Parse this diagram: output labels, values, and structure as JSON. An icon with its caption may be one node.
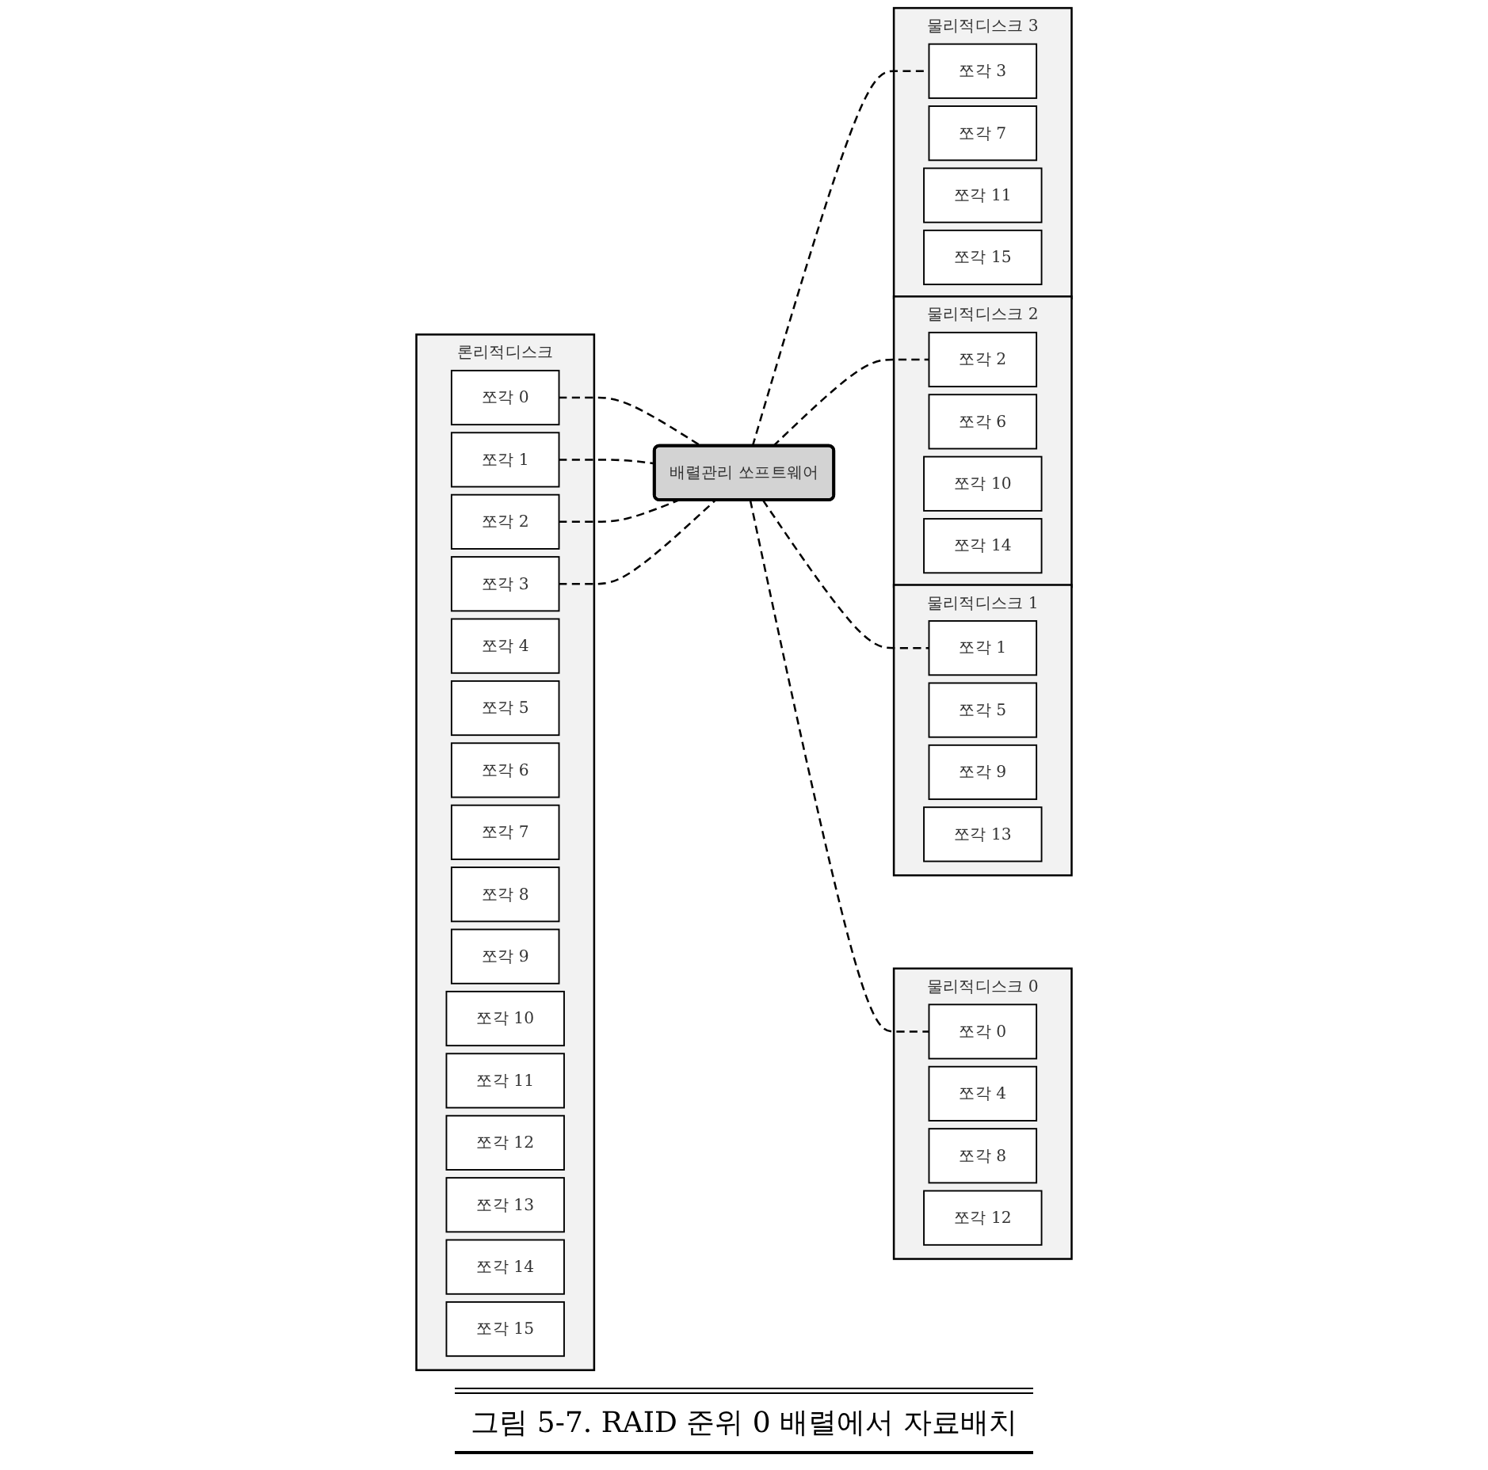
{
  "diagram": {
    "caption": "그림 5-7. RAID 준위 0 배렬에서 자료배치",
    "nodes": [
      {
        "text": [
          "론리적디스크"
        ]
      },
      {
        "text": [
          "쪼각 0"
        ],
        "in": 0
      },
      {
        "text": [
          "쪼각 1"
        ],
        "in": 0
      },
      {
        "text": [
          "쪼각 2"
        ],
        "in": 0
      },
      {
        "text": [
          "쪼각 3"
        ],
        "in": 0
      },
      {
        "text": [
          "쪼각 4"
        ],
        "in": 0
      },
      {
        "text": [
          "쪼각 5"
        ],
        "in": 0
      },
      {
        "text": [
          "쪼각 6"
        ],
        "in": 0
      },
      {
        "text": [
          "쪼각 7"
        ],
        "in": 0
      },
      {
        "text": [
          "쪼각 8"
        ],
        "in": 0
      },
      {
        "text": [
          "쪼각 9"
        ],
        "in": 0
      },
      {
        "text": [
          "쪼각 10"
        ],
        "in": 0
      },
      {
        "text": [
          "쪼각 11"
        ],
        "in": 0
      },
      {
        "text": [
          "쪼각 12"
        ],
        "in": 0
      },
      {
        "text": [
          "쪼각 13"
        ],
        "in": 0
      },
      {
        "text": [
          "쪼각 14"
        ],
        "in": 0
      },
      {
        "text": [
          "쪼각 15"
        ],
        "in": 0
      },
      {
        "text": [
          "물리적디스크 0"
        ]
      },
      {
        "text": [
          "쪼각 0"
        ],
        "in": 17
      },
      {
        "text": [
          "쪼각 4"
        ],
        "in": 17
      },
      {
        "text": [
          "쪼각 8"
        ],
        "in": 17
      },
      {
        "text": [
          "쪼각 12"
        ],
        "in": 17
      },
      {
        "text": [
          "물리적디스크 1"
        ]
      },
      {
        "text": [
          "쪼각 1"
        ],
        "in": 22
      },
      {
        "text": [
          "쪼각 5"
        ],
        "in": 22
      },
      {
        "text": [
          "쪼각 9"
        ],
        "in": 22
      },
      {
        "text": [
          "쪼각 13"
        ],
        "in": 22
      },
      {
        "text": [
          "물리적디스크 2"
        ]
      },
      {
        "text": [
          "쪼각 2"
        ],
        "in": 27
      },
      {
        "text": [
          "쪼각 6"
        ],
        "in": 27
      },
      {
        "text": [
          "쪼각 10"
        ],
        "in": 27
      },
      {
        "text": [
          "쪼각 14"
        ],
        "in": 27
      },
      {
        "text": [
          "물리적디스크 3"
        ]
      },
      {
        "text": [
          "쪼각 3"
        ],
        "in": 32
      },
      {
        "text": [
          "쪼각 7"
        ],
        "in": 32
      },
      {
        "text": [
          "쪼각 11"
        ],
        "in": 32
      },
      {
        "text": [
          "쪼각 15"
        ],
        "in": 32
      },
      {
        "text": [
          "배렬관리 쏘프트웨어"
        ]
      }
    ],
    "edges": [
      {
        "from": 1,
        "to": 37,
        "arrow": "none",
        "style": "dashed"
      },
      {
        "from": 2,
        "to": 37,
        "arrow": "none",
        "style": "dashed"
      },
      {
        "from": 3,
        "to": 37,
        "arrow": "none",
        "style": "dashed"
      },
      {
        "from": 4,
        "to": 37,
        "arrow": "none",
        "style": "dashed"
      },
      {
        "from": 37,
        "to": 18,
        "arrow": "none",
        "style": "dashed"
      },
      {
        "from": 37,
        "to": 23,
        "arrow": "none",
        "style": "dashed"
      },
      {
        "from": 37,
        "to": 28,
        "arrow": "none",
        "style": "dashed"
      },
      {
        "from": 37,
        "to": 33,
        "arrow": "none",
        "style": "dashed"
      }
    ]
  }
}
